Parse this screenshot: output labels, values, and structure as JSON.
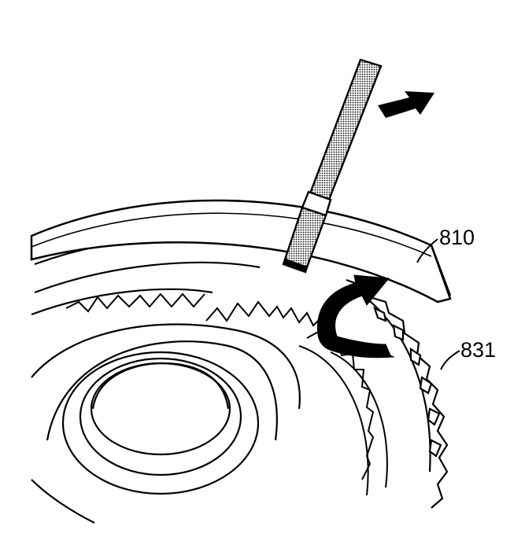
{
  "diagram": {
    "callouts": [
      {
        "id": "810",
        "text": "810"
      },
      {
        "id": "831",
        "text": "831"
      }
    ],
    "arrows": [
      "straight-arrow",
      "rotation-arrow"
    ],
    "colors": {
      "ink": "#000000",
      "paper": "#ffffff",
      "tool_shade": "#9a9a9a"
    }
  }
}
